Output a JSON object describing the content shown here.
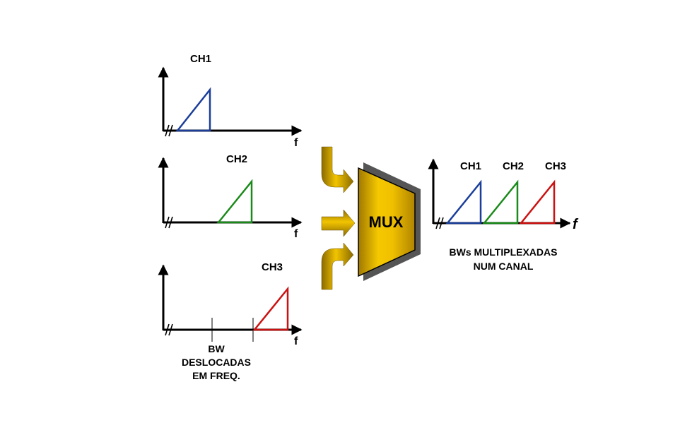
{
  "inputs": {
    "ch1": {
      "title": "CH1",
      "freq_axis": "f"
    },
    "ch2": {
      "title": "CH2",
      "freq_axis": "f"
    },
    "ch3": {
      "title": "CH3",
      "freq_axis": "f"
    }
  },
  "shift_note": [
    "BW",
    "DESLOCADAS",
    "EM FREQ."
  ],
  "mux": {
    "label": "MUX"
  },
  "output": {
    "channels": [
      "CH1",
      "CH2",
      "CH3"
    ],
    "freq_axis": "f",
    "caption": [
      "BWs MULTIPLEXADAS",
      "NUM CANAL"
    ]
  },
  "colors": {
    "ch1": "#1a3e9a",
    "ch2": "#1a8a1a",
    "ch3": "#cc1111",
    "mux_body": "#f0c000",
    "mux_shadow": "#555555",
    "arrow": "#c89a00"
  }
}
